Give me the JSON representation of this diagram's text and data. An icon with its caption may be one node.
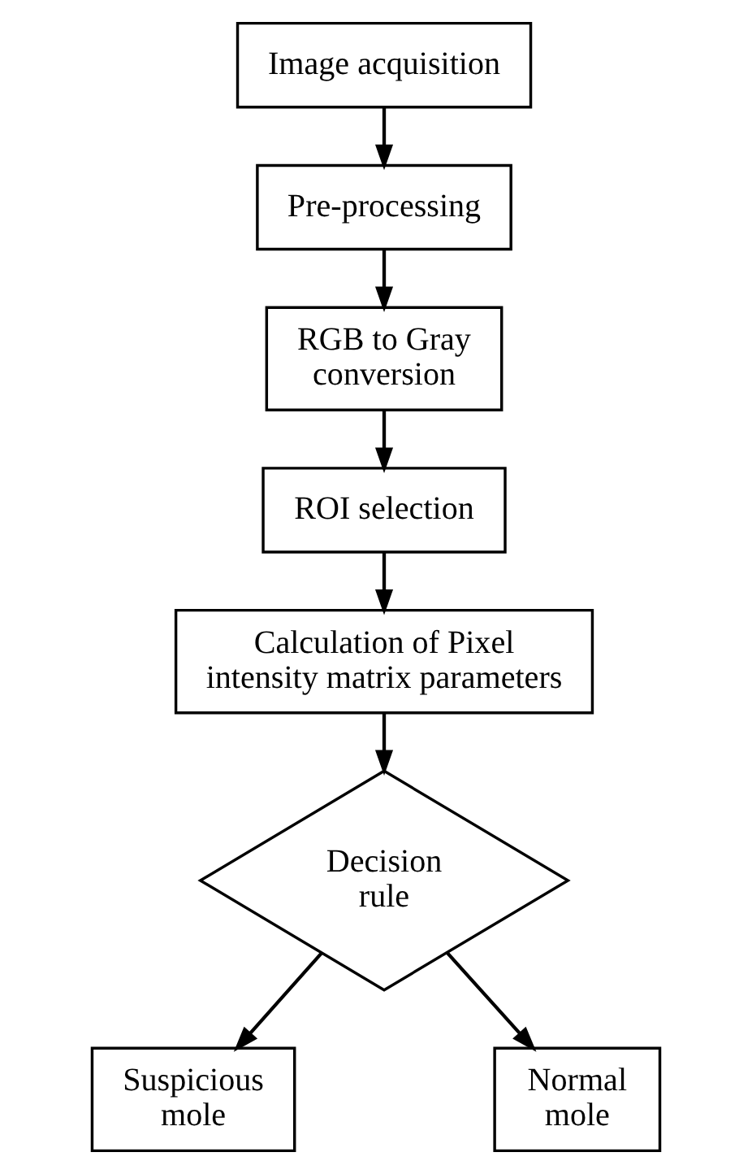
{
  "diagram": {
    "nodes": [
      {
        "text": [
          "Image acquisition"
        ]
      },
      {
        "text": [
          "Pre-processing"
        ]
      },
      {
        "text": [
          "RGB to Gray conversion"
        ]
      },
      {
        "text": [
          "ROI selection"
        ]
      },
      {
        "text": [
          "Calculation of Pixel intensity matrix parameters"
        ]
      },
      {
        "text": [
          "Decision rule"
        ]
      },
      {
        "text": [
          "Suspicious mole"
        ]
      },
      {
        "text": [
          "Normal mole"
        ]
      }
    ],
    "edges": [
      {
        "from": 0,
        "to": 1,
        "arrow": "to"
      },
      {
        "from": 1,
        "to": 2,
        "arrow": "to"
      },
      {
        "from": 2,
        "to": 3,
        "arrow": "to"
      },
      {
        "from": 3,
        "to": 4,
        "arrow": "to"
      },
      {
        "from": 4,
        "to": 5,
        "arrow": "to"
      },
      {
        "from": 5,
        "to": 6,
        "arrow": "to"
      },
      {
        "from": 5,
        "to": 7,
        "arrow": "to"
      }
    ]
  }
}
